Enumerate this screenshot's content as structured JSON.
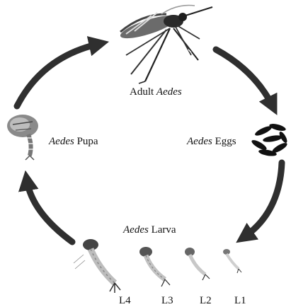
{
  "stages": {
    "adult": {
      "species": "Adult",
      "genus": "Aedes"
    },
    "eggs": {
      "genus": "Aedes",
      "name": "Eggs"
    },
    "pupa": {
      "genus": "Aedes",
      "name": "Pupa"
    },
    "larva": {
      "genus": "Aedes",
      "name": "Larva"
    }
  },
  "instars": [
    "L4",
    "L3",
    "L2",
    "L1"
  ]
}
